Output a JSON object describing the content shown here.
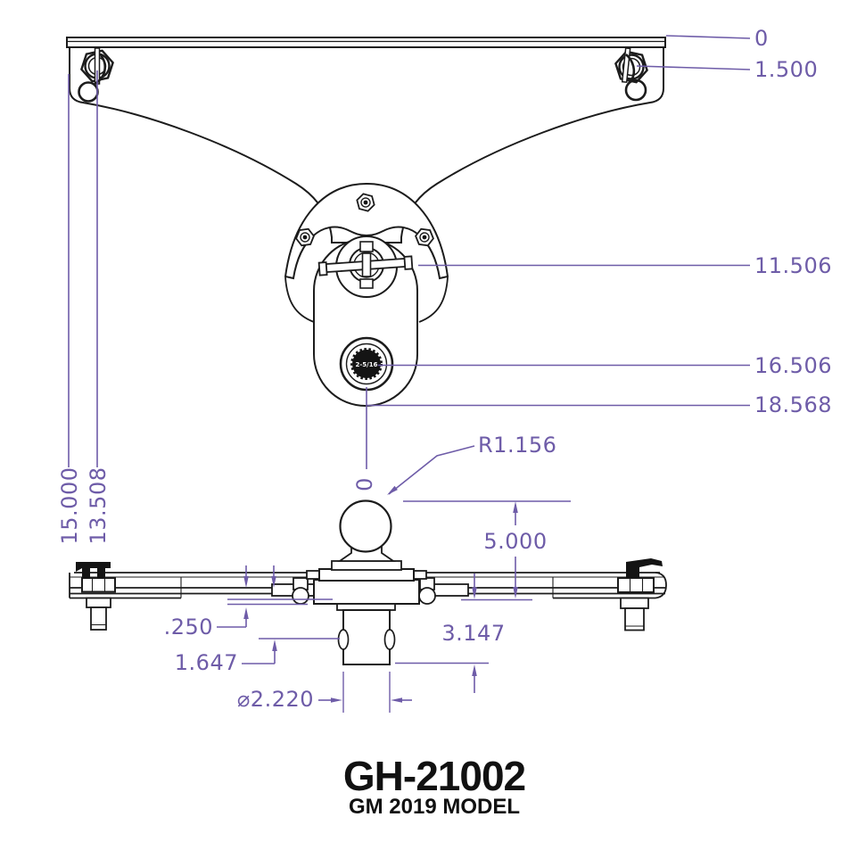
{
  "drawing": {
    "part_number": "GH-21002",
    "model": "GM 2019 MODEL",
    "ball_marking": "2-5/16",
    "colors": {
      "linework": "#1c1c1c",
      "dimension": "#6E5CA8",
      "background": "#ffffff"
    },
    "dimensions": {
      "top_datum": "0",
      "pin_center": "1.500",
      "handle_center": "11.506",
      "knob_center": "16.506",
      "plate_bottom": "18.568",
      "left_overall": "15.000",
      "left_pin_row": "13.508",
      "ball_datum": "0",
      "ball_radius": "R1.156",
      "ball_height": "5.000",
      "flange_thickness": ".250",
      "pin_offset": "1.647",
      "shank_drop": "3.147",
      "shank_diameter": "⌀2.220"
    }
  }
}
